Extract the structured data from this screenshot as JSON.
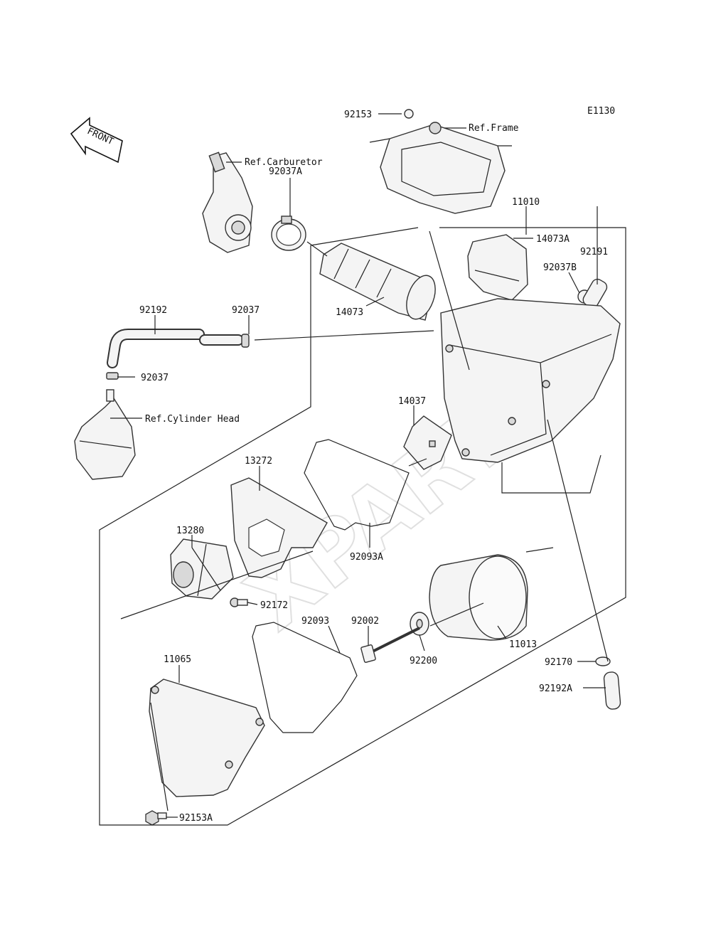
{
  "diagram_code": "E1130",
  "front_marker": "FRONT",
  "watermark": "XPARTS",
  "labels": {
    "p92153": "92153",
    "ref_frame": "Ref.Frame",
    "ref_carburetor": "Ref.Carburetor",
    "p92037A": "92037A",
    "p11010": "11010",
    "p14073A": "14073A",
    "p92191": "92191",
    "p92037B": "92037B",
    "p14073": "14073",
    "p92192": "92192",
    "p92037_top": "92037",
    "p92037_low": "92037",
    "ref_cylinder_head": "Ref.Cylinder Head",
    "p14037": "14037",
    "p13272": "13272",
    "p13280": "13280",
    "p92093A": "92093A",
    "p92172": "92172",
    "p92093": "92093",
    "p92002": "92002",
    "p92200": "92200",
    "p11013": "11013",
    "p11065": "11065",
    "p92170": "92170",
    "p92192A": "92192A",
    "p92153A": "92153A"
  }
}
